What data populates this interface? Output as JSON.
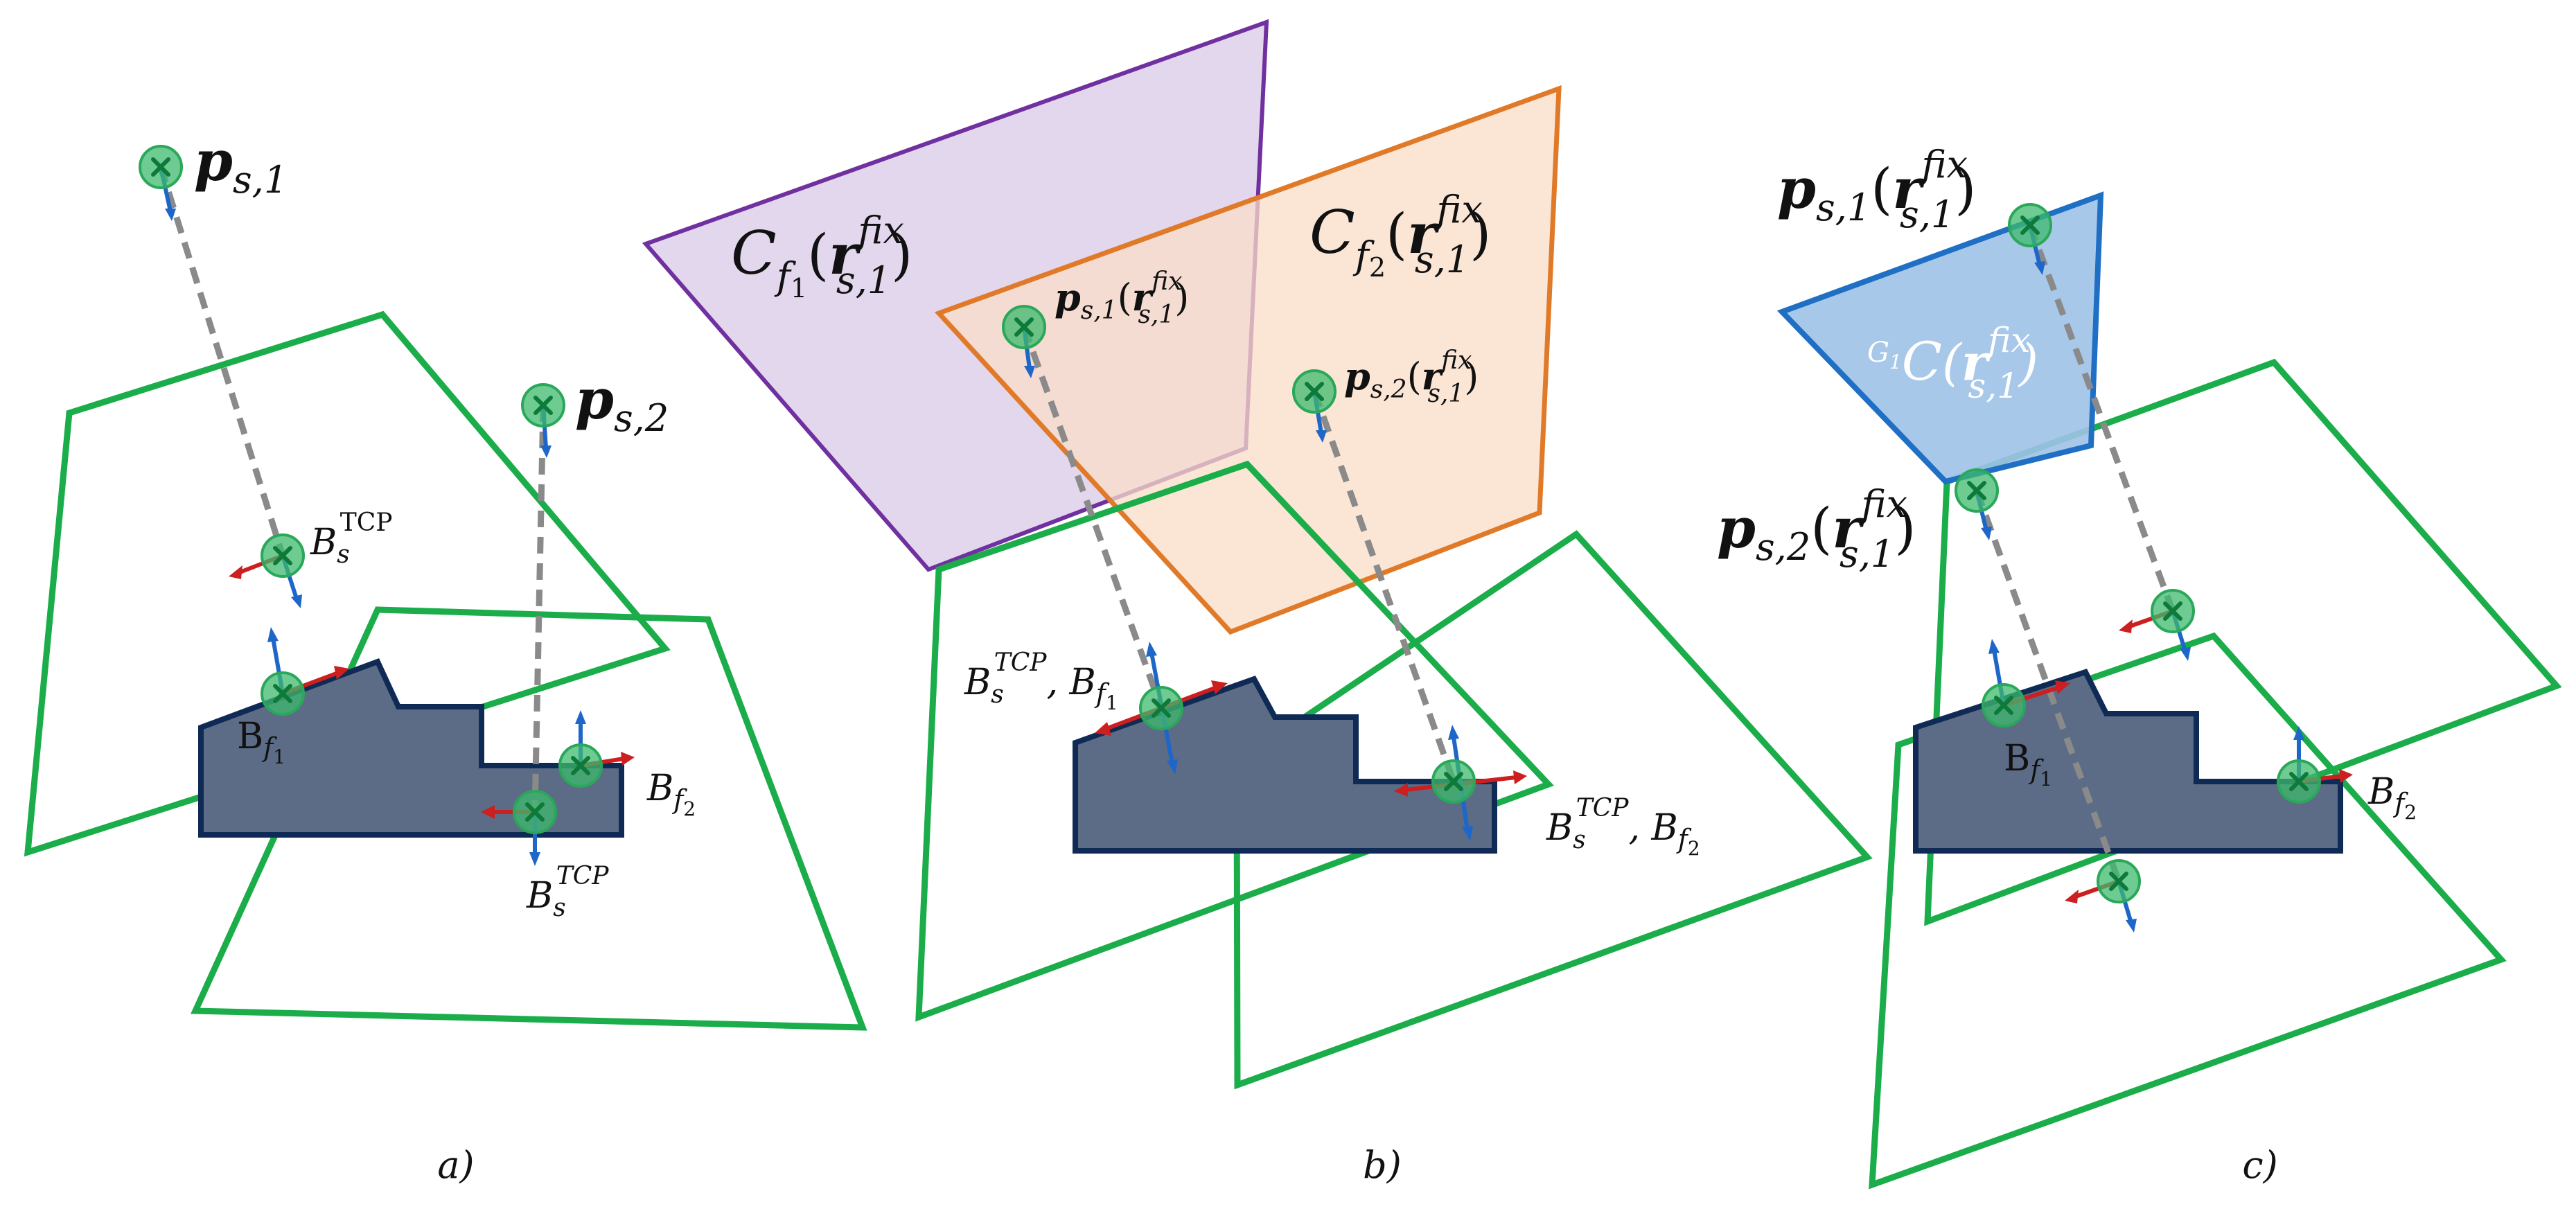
{
  "panels": {
    "a": {
      "caption": "a)",
      "labels": {
        "p_s1": {
          "main": "p",
          "sub": "s,1"
        },
        "p_s2": {
          "main": "p",
          "sub": "s,2"
        },
        "bs_tcp_1": {
          "main": "B",
          "sub": "s",
          "sup": "TCP"
        },
        "bs_tcp_2": {
          "main": "B",
          "sub": "s",
          "sup": "TCP"
        },
        "bf1": {
          "main": "B",
          "sub": "f",
          "subsub": "1"
        },
        "bf2": {
          "main": "B",
          "sub": "f",
          "subsub": "2"
        }
      }
    },
    "b": {
      "caption": "b)",
      "labels": {
        "c_f1": {
          "main": "C",
          "sub": "f",
          "subsub": "1",
          "arg": "r",
          "arg_sup": "fix",
          "arg_sub": "s,1"
        },
        "c_f2": {
          "main": "C",
          "sub": "f",
          "subsub": "2",
          "arg": "r",
          "arg_sup": "fix",
          "arg_sub": "s,1"
        },
        "p_s1": {
          "main": "p",
          "sub": "s,1",
          "arg": "r",
          "arg_sup": "fix",
          "arg_sub": "s,1"
        },
        "p_s2": {
          "main": "p",
          "sub": "s,2",
          "arg": "r",
          "arg_sup": "fix",
          "arg_sub": "s,1"
        },
        "bs_bf1": {
          "main": "B",
          "sub": "s",
          "sup": "TCP",
          "sep": ", ",
          "second": "B",
          "second_sub": "f",
          "second_subsub": "1"
        },
        "bs_bf2": {
          "main": "B",
          "sub": "s",
          "sup": "TCP",
          "sep": ", ",
          "second": "B",
          "second_sub": "f",
          "second_subsub": "2"
        }
      }
    },
    "c": {
      "caption": "c)",
      "labels": {
        "p_s1": {
          "main": "p",
          "sub": "s,1",
          "arg": "r",
          "arg_sup": "fix",
          "arg_sub": "s,1"
        },
        "p_s2": {
          "main": "p",
          "sub": "s,2",
          "arg": "r",
          "arg_sup": "fix",
          "arg_sub": "s,1"
        },
        "g1_c": {
          "pre": "G",
          "pre_sub": "1",
          "main": "C",
          "arg": "r",
          "arg_sup": "fix",
          "arg_sub": "s,1"
        },
        "bf1": {
          "main": "B",
          "sub": "f",
          "subsub": "1"
        },
        "bf2": {
          "main": "B",
          "sub": "f",
          "subsub": "2"
        }
      }
    }
  },
  "punct": {
    "open": "(",
    "close": ")"
  },
  "colors": {
    "camera_plane": "#1aad4a",
    "part_fill": "#5c6c86",
    "part_stroke": "#0f2b55",
    "cone_f1_fill": "#ddd0ea",
    "cone_f1_stroke": "#7030a0",
    "cone_f2_fill": "#f9ddc8",
    "cone_f2_stroke": "#e07a28",
    "cone_g1_fill": "#9ec2e8",
    "cone_g1_stroke": "#1f6fc4",
    "frame_green": "#3dba6e",
    "axis_red": "#cc1f1f",
    "axis_blue": "#1e66c8",
    "line_gray": "#8a8a8a"
  }
}
